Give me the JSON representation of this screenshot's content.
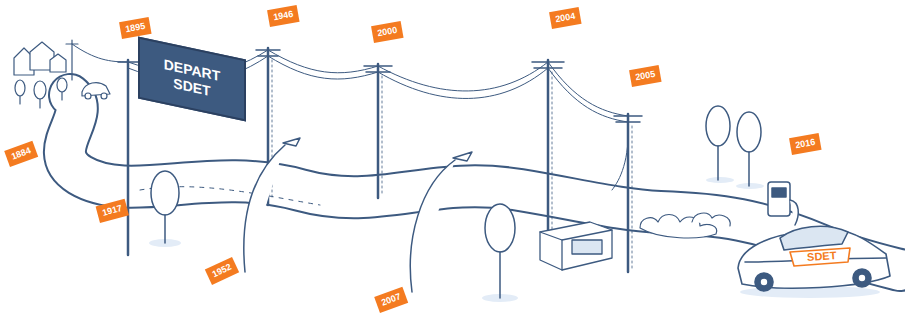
{
  "diagram": {
    "nodes": [
      {
        "text": [
          "1884"
        ]
      },
      {
        "text": [
          "1895"
        ]
      },
      {
        "text": [
          "DEPART",
          "SDET"
        ]
      },
      {
        "text": [
          "1917"
        ]
      },
      {
        "text": [
          "1946"
        ]
      },
      {
        "text": [
          "1952"
        ]
      },
      {
        "text": [
          "2000"
        ]
      },
      {
        "text": [
          "2004"
        ]
      },
      {
        "text": [
          "2005"
        ]
      },
      {
        "text": [
          "2007"
        ]
      },
      {
        "text": [
          "2016"
        ]
      }
    ],
    "edges": [],
    "labels": [
      "SDET"
    ]
  }
}
